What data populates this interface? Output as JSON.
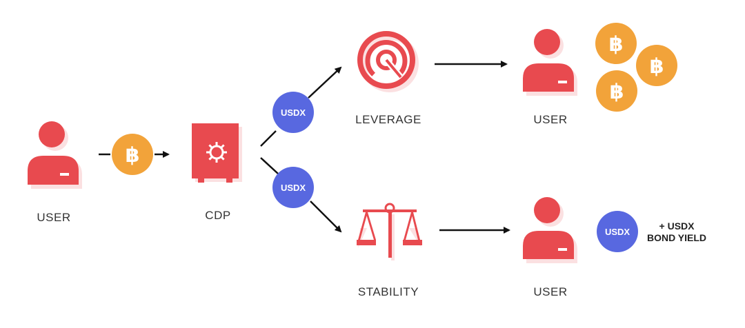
{
  "nodes": {
    "user_start": "USER",
    "cdp": "CDP",
    "leverage": "LEVERAGE",
    "stability": "STABILITY",
    "user_leverage": "USER",
    "user_stability": "USER"
  },
  "tokens": {
    "usdx": "USDX",
    "btc_symbol": "฿"
  },
  "yield_text": {
    "line1": "+ USDX",
    "line2": "BOND YIELD"
  },
  "colors": {
    "red": "#e84a4f",
    "shadow": "#fbe0e1",
    "btc": "#f2a33a",
    "usdx": "#5868e0",
    "arrow": "#111111"
  }
}
